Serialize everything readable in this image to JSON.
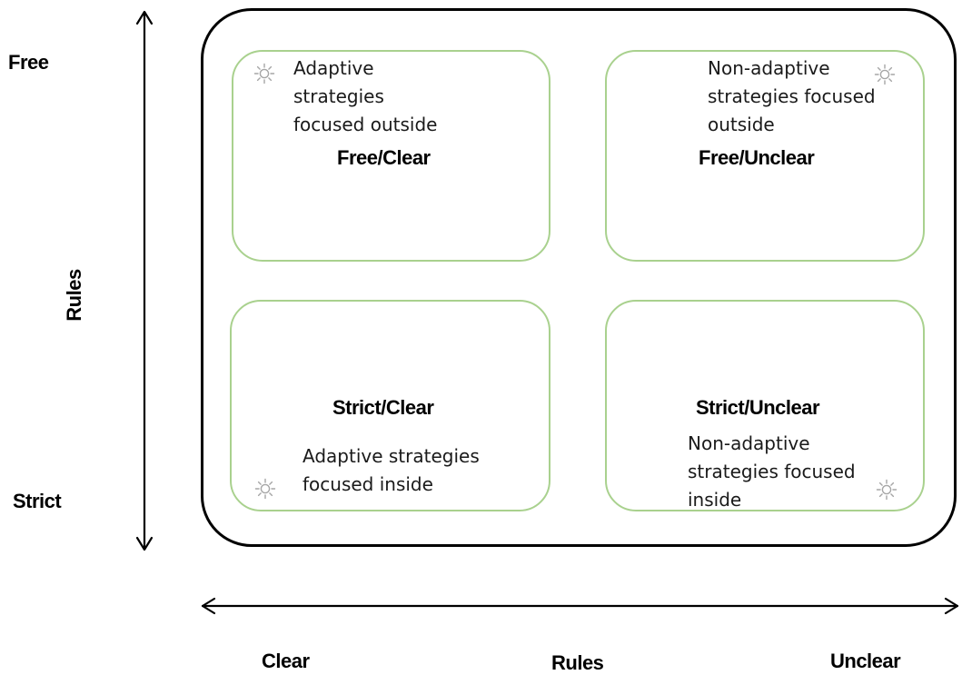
{
  "axes": {
    "vertical": {
      "top_label": "Free",
      "middle_label": "Rules",
      "bottom_label": "Strict"
    },
    "horizontal": {
      "left_label": "Clear",
      "middle_label": "Rules",
      "right_label": "Unclear"
    }
  },
  "quadrants": [
    {
      "title": "Free/Clear",
      "description_lines": [
        "Adaptive",
        "strategies",
        "focused outside"
      ],
      "icon": "sun-icon"
    },
    {
      "title": "Free/Unclear",
      "description_lines": [
        "Non-adaptive",
        "strategies focused",
        "outside"
      ],
      "icon": "sun-icon"
    },
    {
      "title": "Strict/Clear",
      "description_lines": [
        "Adaptive strategies",
        "focused inside"
      ],
      "icon": "sun-icon"
    },
    {
      "title": "Strict/Unclear",
      "description_lines": [
        "Non-adaptive",
        "strategies focused",
        "inside"
      ],
      "icon": "sun-icon"
    }
  ],
  "colors": {
    "frame": "#000000",
    "quadrant_border": "#a9d18e",
    "icon": "#a6a6a6"
  }
}
